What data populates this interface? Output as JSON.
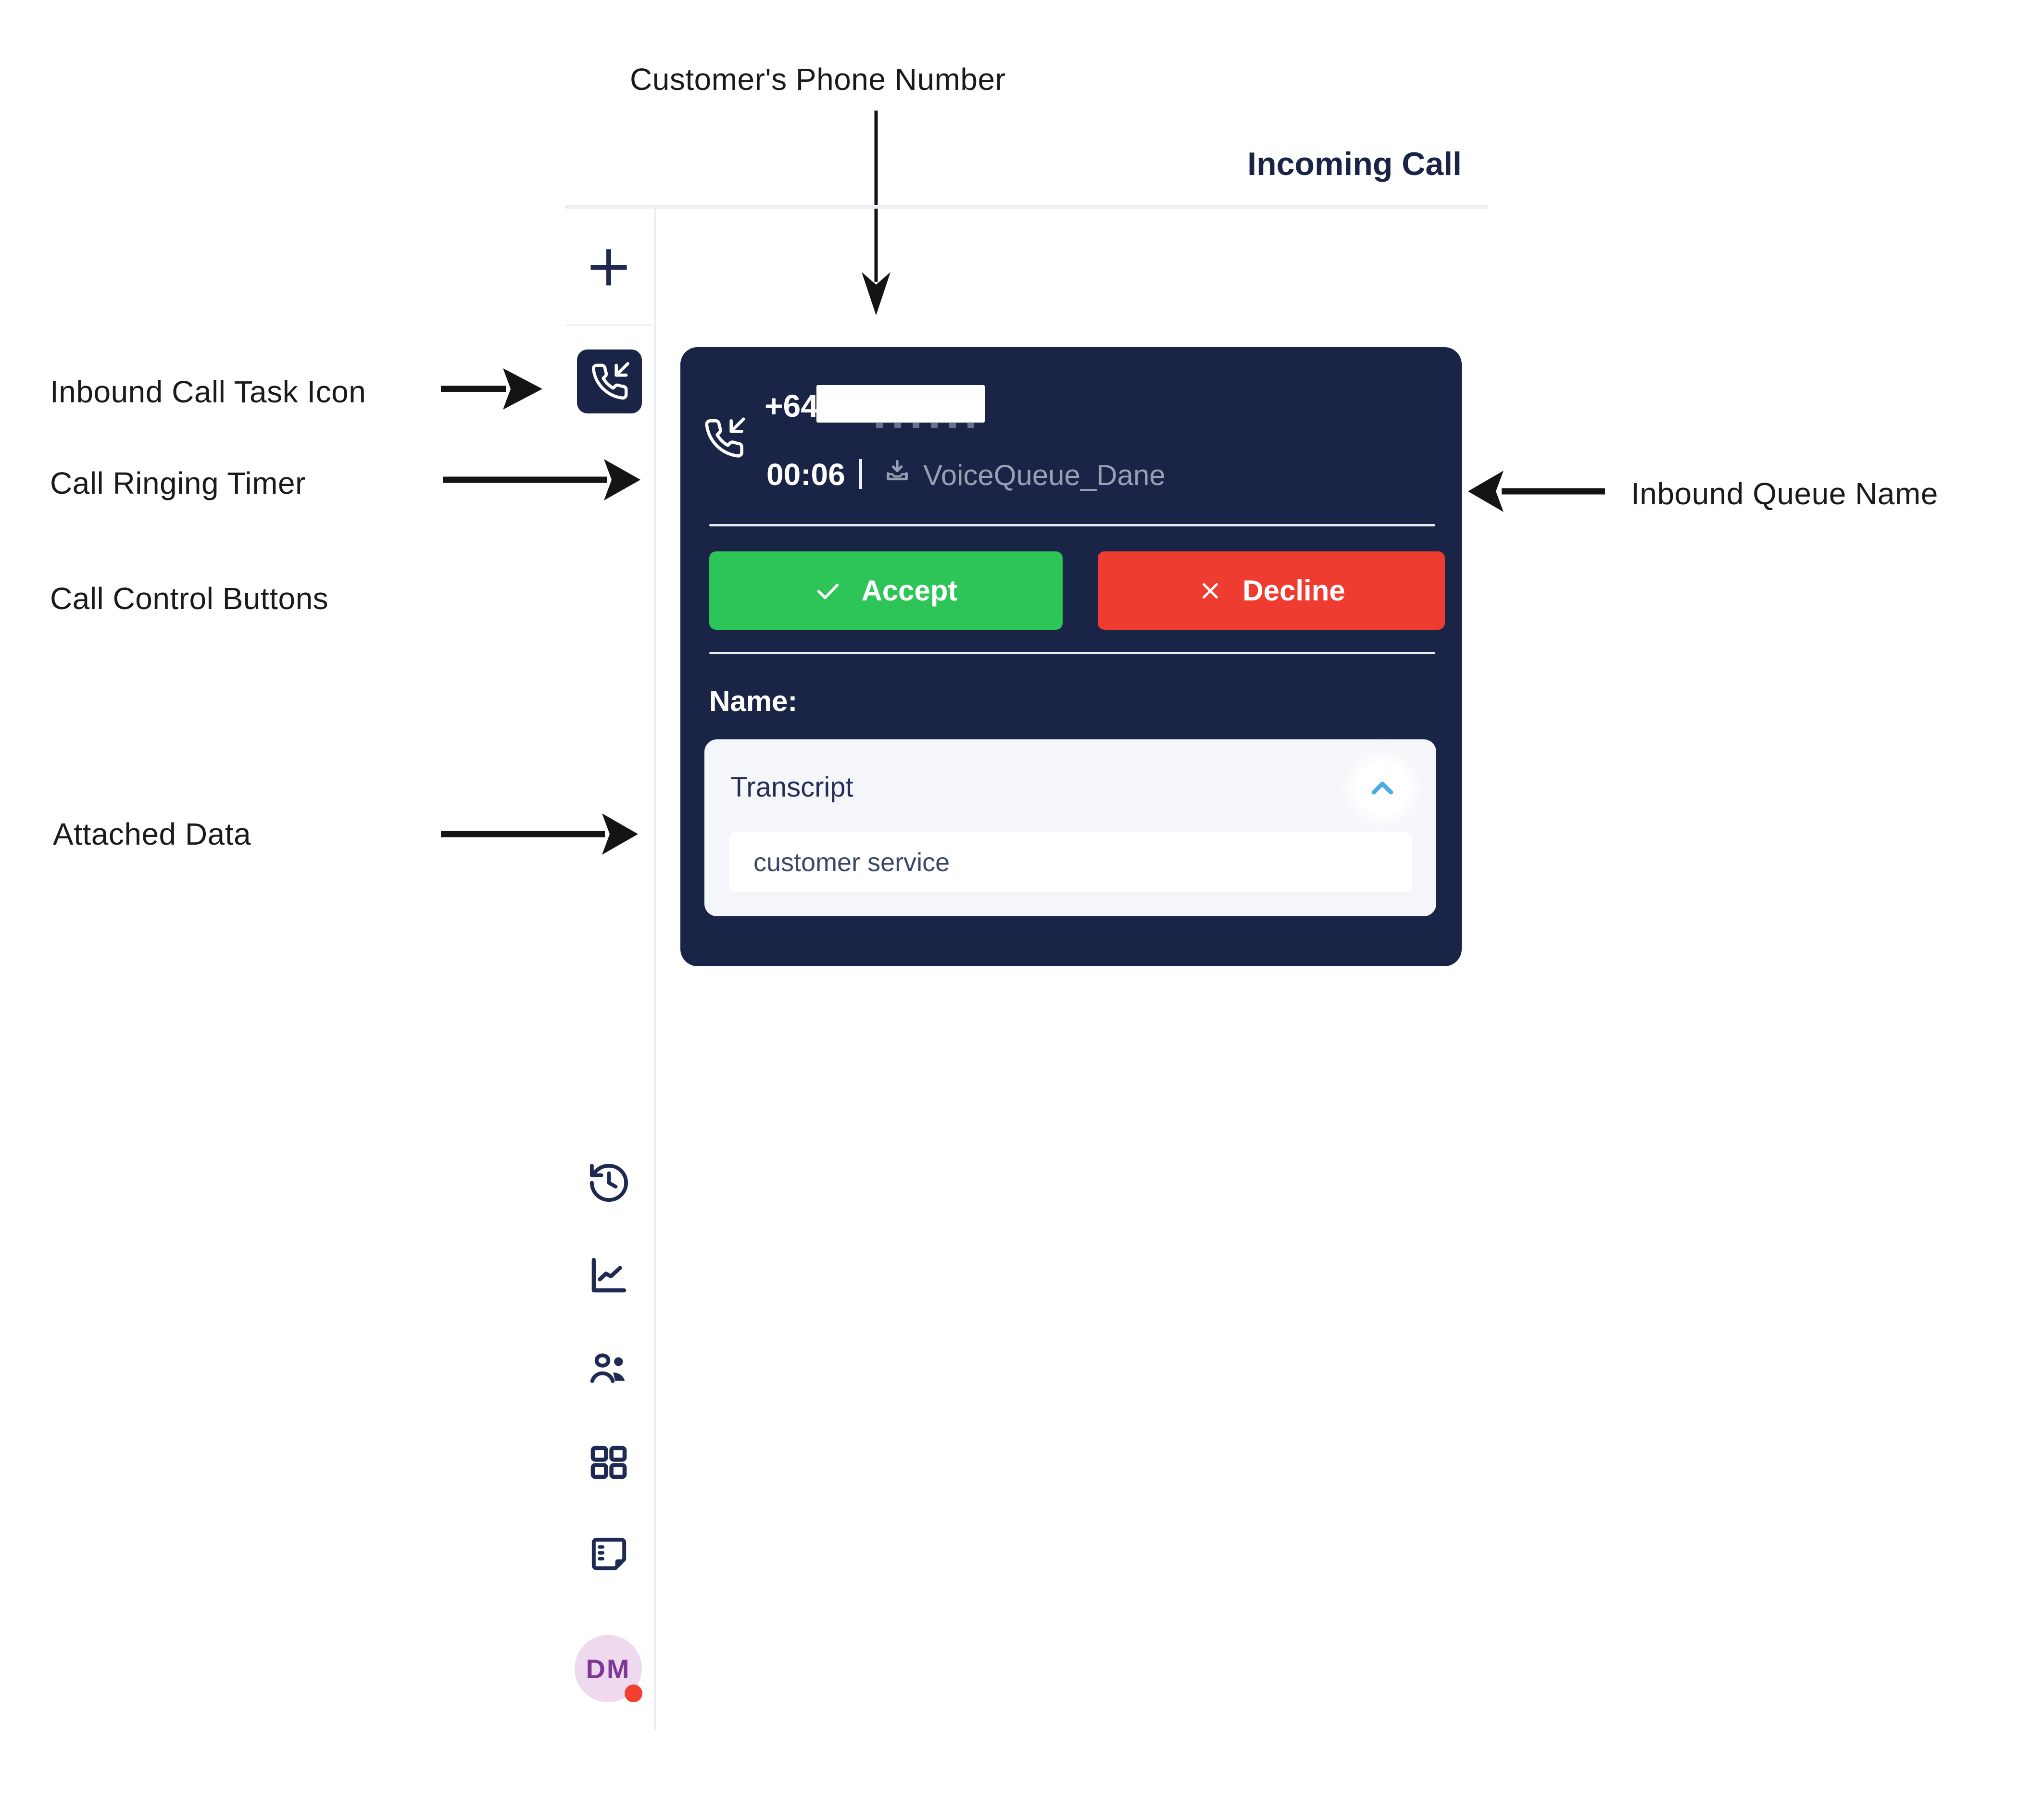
{
  "annotations": {
    "customer_phone": "Customer's Phone Number",
    "inbound_task": "Inbound Call Task Icon",
    "ringing_timer": "Call Ringing Timer",
    "control_buttons": "Call Control Buttons",
    "attached_data": "Attached Data",
    "inbound_queue": "Inbound Queue Name"
  },
  "header": {
    "title": "Incoming Call"
  },
  "call_card": {
    "phone_prefix": "+64",
    "ringing_timer": "00:06",
    "separator": "|",
    "queue_name": "VoiceQueue_Dane",
    "accept": "Accept",
    "decline": "Decline",
    "name_label": "Name:",
    "transcript_title": "Transcript",
    "transcript_content": "customer service"
  },
  "sidebar": {
    "avatar_initials": "DM",
    "icons": [
      "add-task-icon",
      "inbound-call-task-icon",
      "history-icon",
      "metrics-icon",
      "contacts-icon",
      "dashboard-icon",
      "notes-icon",
      "agent-avatar"
    ]
  },
  "colors": {
    "navy": "#1a2447",
    "accent_green": "#2ec558",
    "accent_red": "#ef3c31",
    "chevron_blue": "#47ade4",
    "muted_gray": "#97a0b3",
    "divider": "#eceef2",
    "card_line": "#e8ecf2",
    "panel_bg": "#f5f6fa",
    "avatar_bg": "#efd9ee",
    "avatar_text": "#7c3a96",
    "status_dot": "#f4402e",
    "annotation": "#1a1a1a"
  }
}
